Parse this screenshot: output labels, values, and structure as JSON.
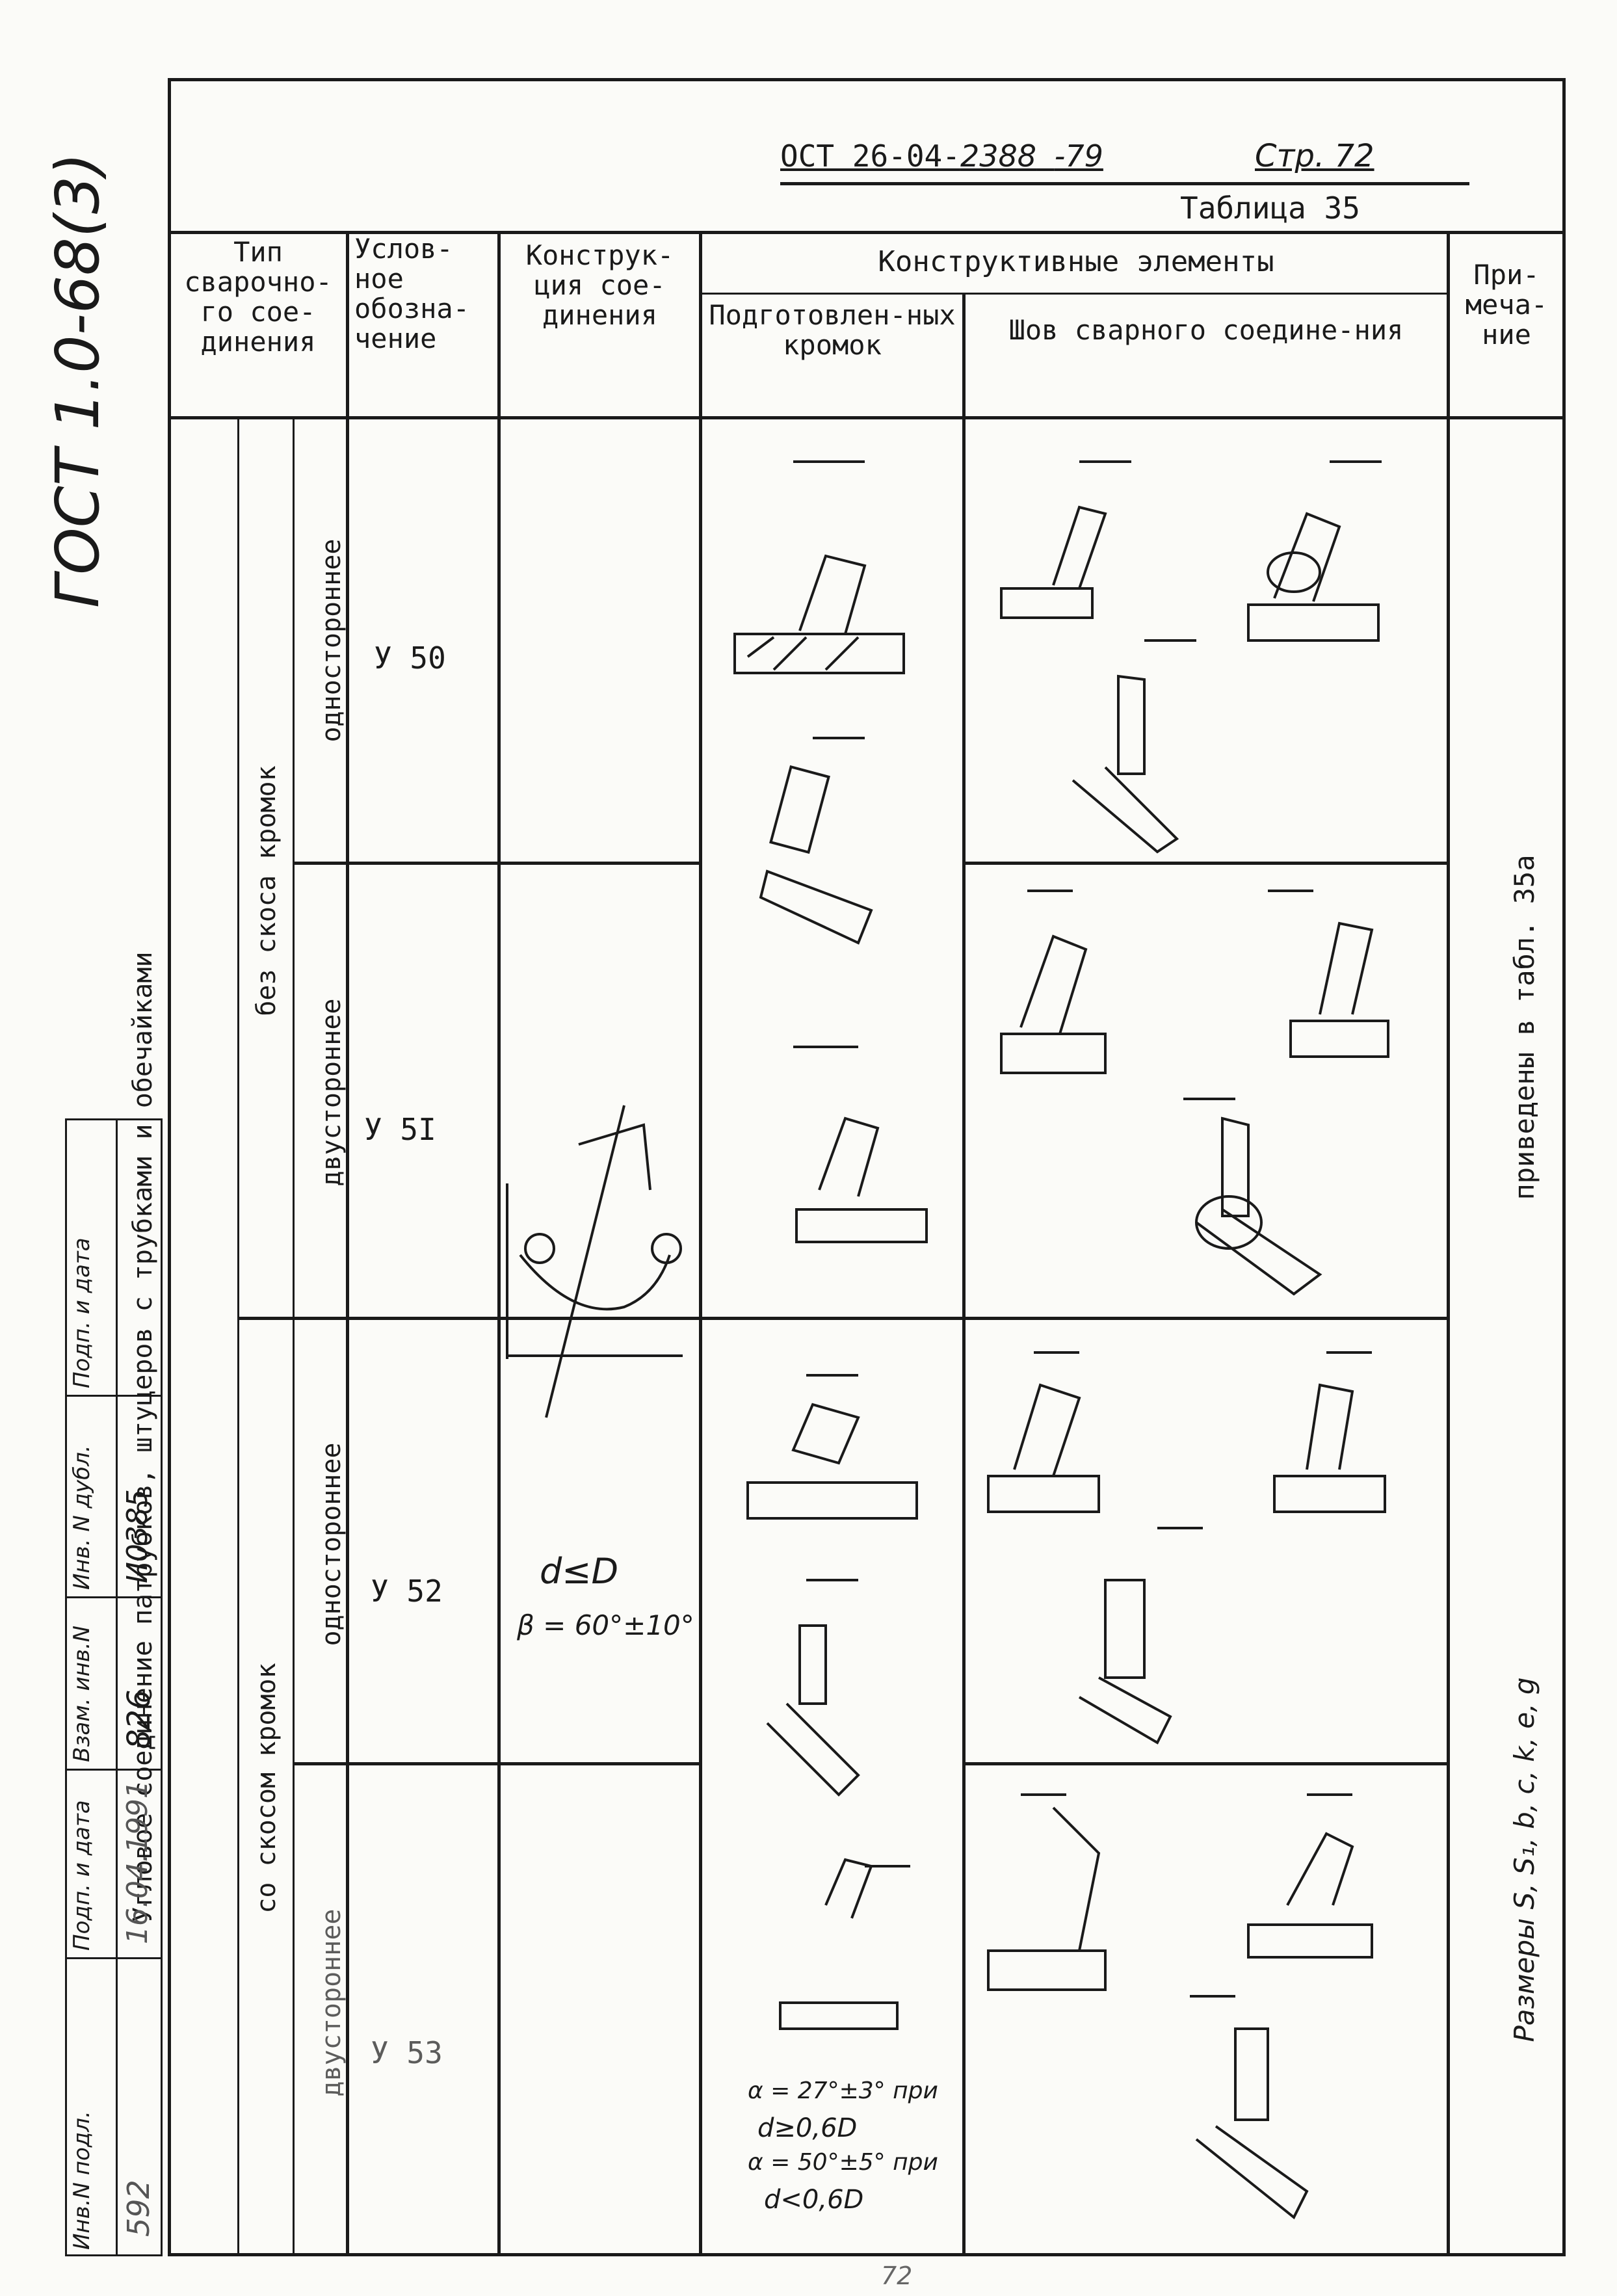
{
  "gost_code": "ГОСТ 1.0-68(3)",
  "doc_header": {
    "standard": "ОСТ 26-04-",
    "number": "2388",
    "year": "-79",
    "page": "Стр. 72",
    "table": "Таблица 35"
  },
  "columns": {
    "type": "Тип сварочно-го сое-динения",
    "symbol": "Услов-ное обозна-чение",
    "design": "Конструк-ция сое-динения",
    "elements": "Конструктивные элементы",
    "edges": "Подготовлен-ных кромок",
    "seam": "Шов сварного соедине-ния",
    "note": "При-меча-ние"
  },
  "left_title": "Угловое соединение патрубков, штуцеров с трубками и обечайками",
  "groups": {
    "no_bevel": "без скоса кромок",
    "with_bevel": "со скосом кромок"
  },
  "rows": [
    {
      "side": "одностороннее",
      "code": "У 50"
    },
    {
      "side": "двустороннее",
      "code": "У 5I"
    },
    {
      "side": "одностороннее",
      "code": "У 52"
    },
    {
      "side": "двустороннее",
      "code": "У 53"
    }
  ],
  "design_notes": {
    "condition": "d≤D",
    "beta": "β = 60°±10°"
  },
  "edge_notes": {
    "alpha1": "α = 27°±3° при",
    "cond1": "d≥0,6D",
    "alpha2": "α = 50°±5° при",
    "cond2": "d<0,6D"
  },
  "notes": {
    "top": "приведены в табл. 35а",
    "bottom": "Размеры S, S₁, b, c, k, e, g"
  },
  "stamp": {
    "labels": [
      "Инв.N подл.",
      "Подп. и дата",
      "Взам. инв.N",
      "Инв. N дубл.",
      "Подп. и дата"
    ],
    "values": [
      "592",
      "16.04.1991",
      "826",
      "И0385"
    ]
  },
  "page_number": "72"
}
